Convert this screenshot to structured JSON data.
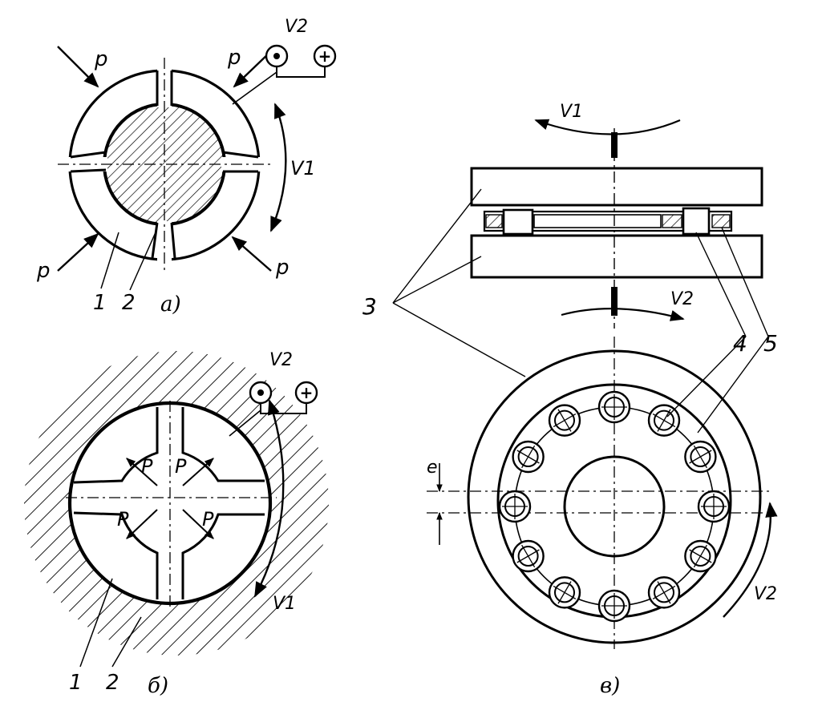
{
  "figure_a": {
    "p": "p",
    "v1": "V1",
    "v2": "V2",
    "part1": "1",
    "part2": "2",
    "caption": "а)",
    "electrode_dot": "⊙",
    "electrode_plus": "+"
  },
  "figure_b": {
    "p": "P",
    "v1": "V1",
    "v2": "V2",
    "part1": "1",
    "part2": "2",
    "caption": "б)",
    "electrode_plus": "+"
  },
  "figure_c": {
    "v1": "V1",
    "v2_top": "V2",
    "v2_side": "V2",
    "part3": "3",
    "part4": "4",
    "part5": "5",
    "e": "e",
    "caption": "в)"
  }
}
